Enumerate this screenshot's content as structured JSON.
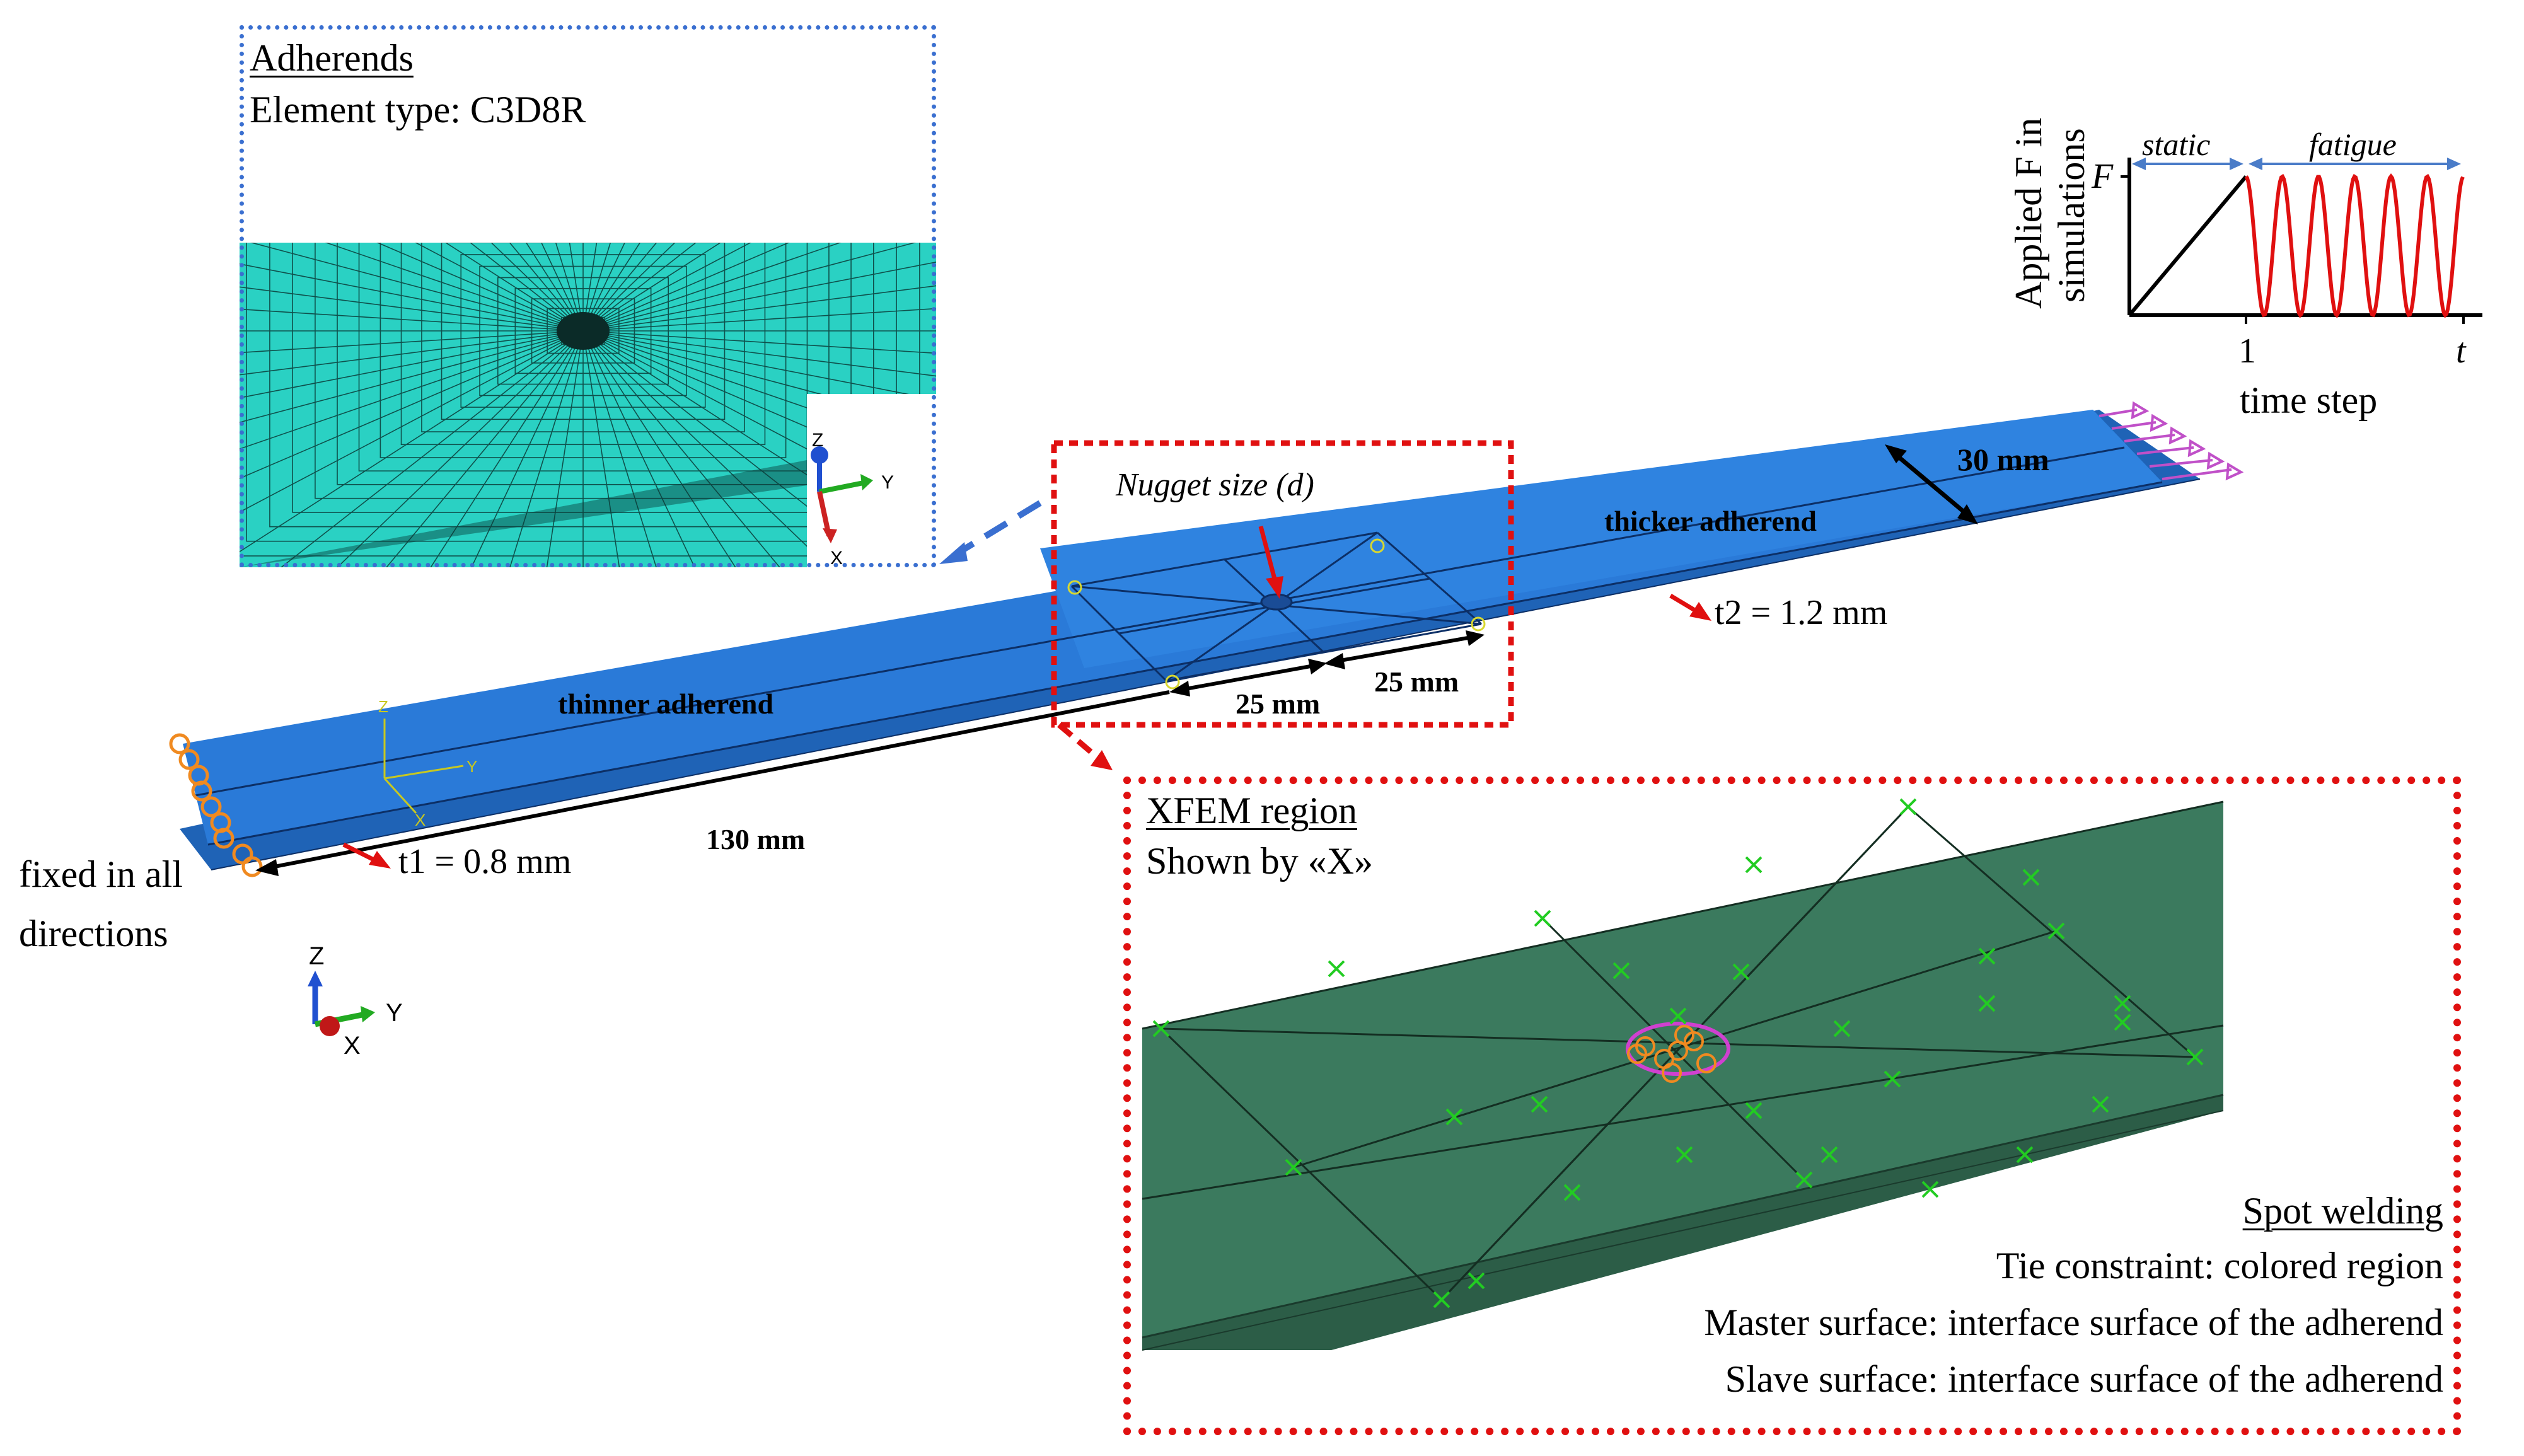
{
  "adherends_box": {
    "title": "Adherends",
    "element_type": "Element type:  C3D8R",
    "triad": {
      "z": "Z",
      "y": "Y",
      "x": "X"
    }
  },
  "chart": {
    "ylabel_line1": "Applied F in",
    "ylabel_line2": "simulations",
    "xlabel": "time step",
    "f_label": "F",
    "tick_1": "1",
    "tick_t": "t",
    "static_label": "static",
    "fatigue_label": "fatigue"
  },
  "chart_data": {
    "type": "line",
    "title": "",
    "xlabel": "time step",
    "ylabel": "Applied F in simulations",
    "x": [
      0,
      1
    ],
    "series": [
      {
        "name": "static",
        "x": [
          0,
          1
        ],
        "values": [
          0,
          1
        ]
      },
      {
        "name": "fatigue",
        "cycles": 6,
        "x_range": [
          1,
          "t"
        ],
        "amplitude_range": [
          0,
          1
        ]
      }
    ],
    "ylim": [
      0,
      1
    ],
    "xlim": [
      0,
      "t"
    ]
  },
  "specimen": {
    "nugget_label": "Nugget size (d)",
    "thicker_label": "thicker adherend",
    "thinner_label": "thinner adherend",
    "width_label": "30 mm",
    "t2_label": "t2 = 1.2 mm",
    "t1_label": "t1 = 0.8 mm",
    "len_130": "130 mm",
    "len_25a": "25 mm",
    "len_25b": "25 mm",
    "fixed_label": "fixed in all\ndirections",
    "small_axes": {
      "y": "Y",
      "z": "Z",
      "x": "X"
    },
    "triad": {
      "z": "Z",
      "y": "Y",
      "x": "X"
    }
  },
  "xfem_box": {
    "title": "XFEM region",
    "subtitle": "Shown by «X»",
    "spot_welding": "Spot welding",
    "line1": "Tie constraint:  colored region",
    "line2": "Master surface:  interface  surface  of the adherend",
    "line3": "Slave surface:  interface  surface  of the adherend"
  },
  "colors": {
    "mesh": "#2ad1c3",
    "plate_blue": "#2a7ad8",
    "plate_green": "#3b7a5e",
    "red": "#e01010",
    "blue_dashed": "#3a6fd0",
    "arrow_blue": "#4a7cc8",
    "x_marker": "#22cc22"
  }
}
